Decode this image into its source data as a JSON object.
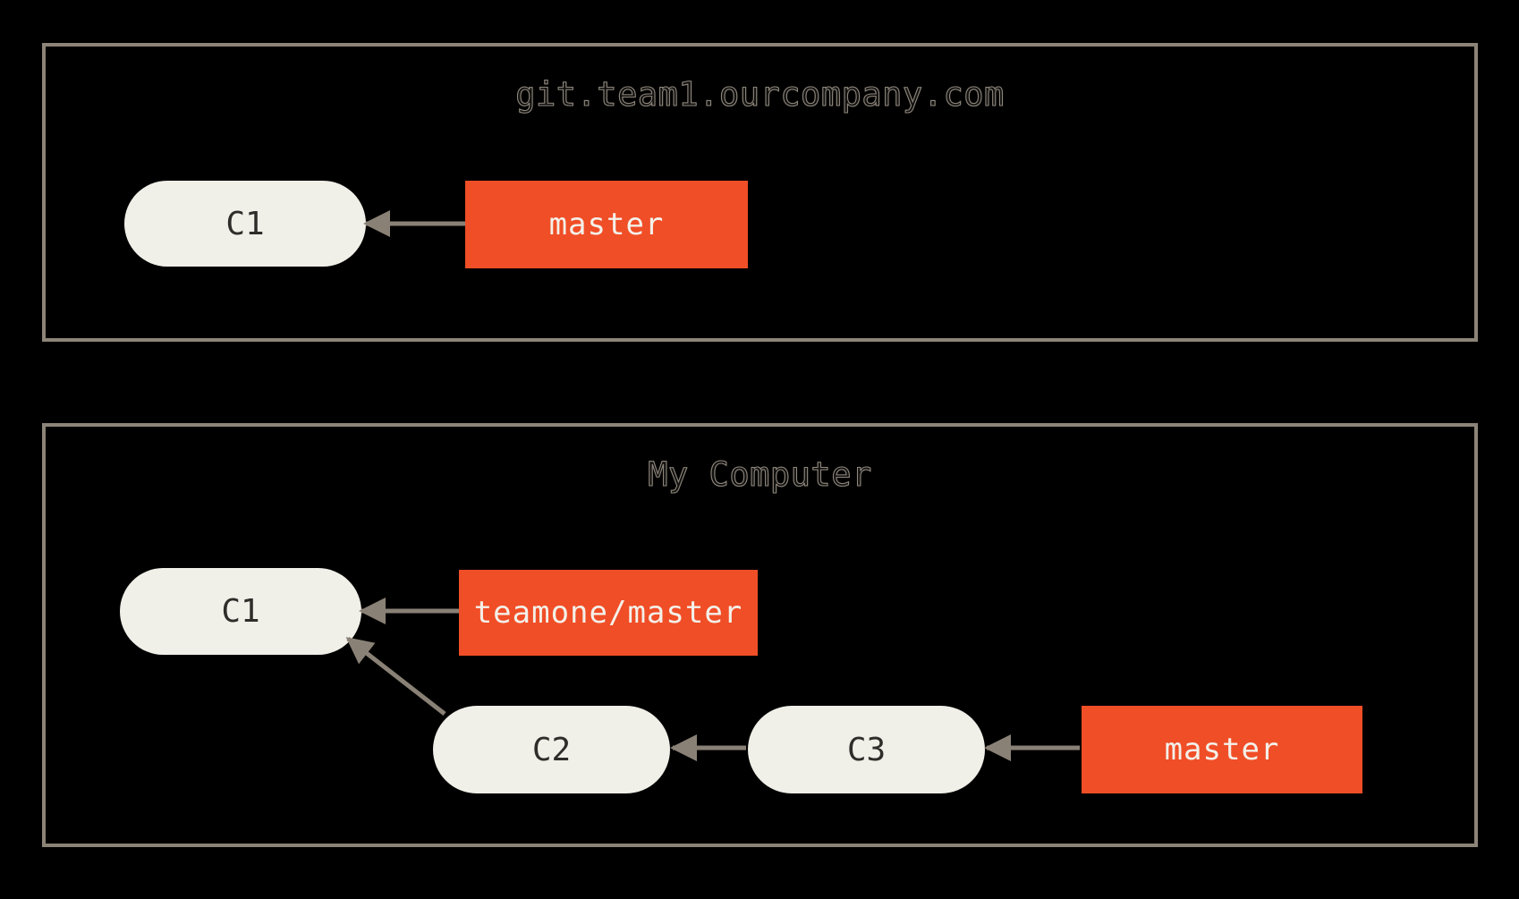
{
  "background": "#000000",
  "colors": {
    "panel_border": "#8c8478",
    "arrow": "#8a8176",
    "commit_fill": "#f0efe8",
    "commit_text": "#2f2d2a",
    "branch_fill": "#f04e27",
    "branch_text": "#f3f0e9",
    "title_outline": "#8d867b"
  },
  "remote_panel": {
    "title": "git.team1.ourcompany.com",
    "commits": {
      "c1": "C1"
    },
    "branches": {
      "master": "master"
    }
  },
  "local_panel": {
    "title": "My Computer",
    "commits": {
      "c1": "C1",
      "c2": "C2",
      "c3": "C3"
    },
    "branches": {
      "teamone_master": "teamone/master",
      "master": "master"
    }
  },
  "graph": {
    "remote": {
      "edges": [
        {
          "from": "master",
          "to": "C1",
          "kind": "ref-pointer"
        }
      ]
    },
    "local": {
      "edges": [
        {
          "from": "teamone/master",
          "to": "C1",
          "kind": "ref-pointer"
        },
        {
          "from": "C2",
          "to": "C1",
          "kind": "parent"
        },
        {
          "from": "C3",
          "to": "C2",
          "kind": "parent"
        },
        {
          "from": "master",
          "to": "C3",
          "kind": "ref-pointer"
        }
      ]
    }
  }
}
